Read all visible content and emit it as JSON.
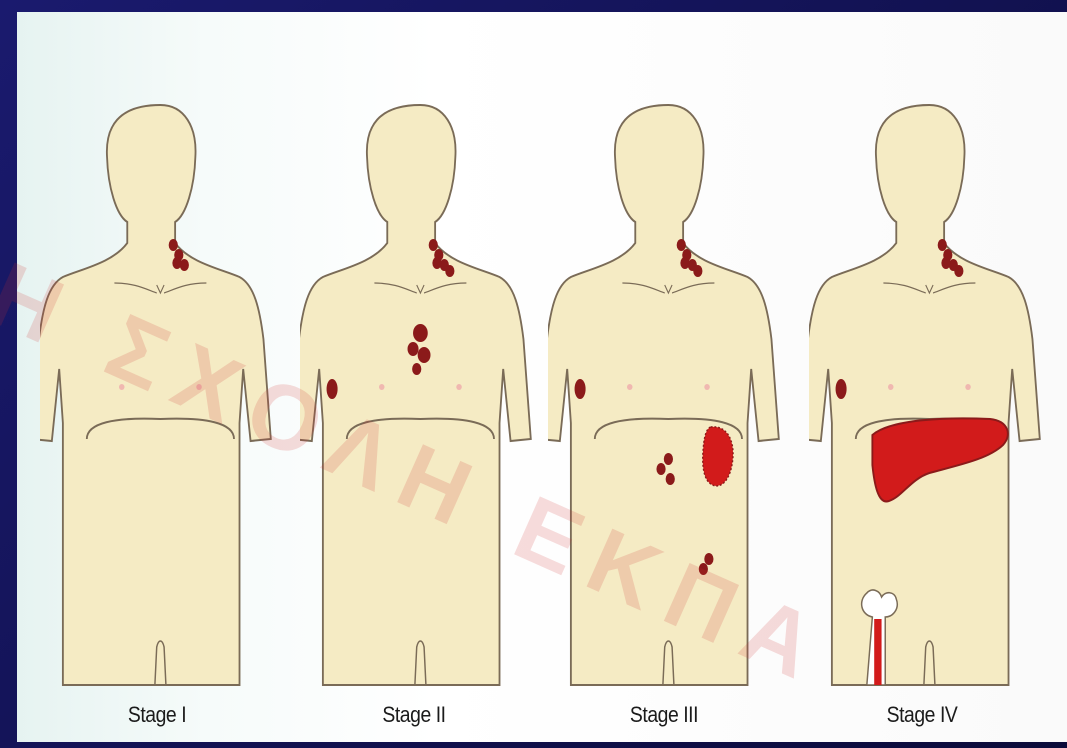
{
  "stages": [
    {
      "label": "Stage I"
    },
    {
      "label": "Stage II"
    },
    {
      "label": "Stage III"
    },
    {
      "label": "Stage IV"
    }
  ],
  "watermark": "Η ΣΧΟΛΗ ΕΚΠΑ",
  "colors": {
    "skin": "#f5ebc4",
    "outline": "#7a6b57",
    "node": "#8b1a1a",
    "organ": "#d21b1b",
    "background": "#10104a"
  }
}
